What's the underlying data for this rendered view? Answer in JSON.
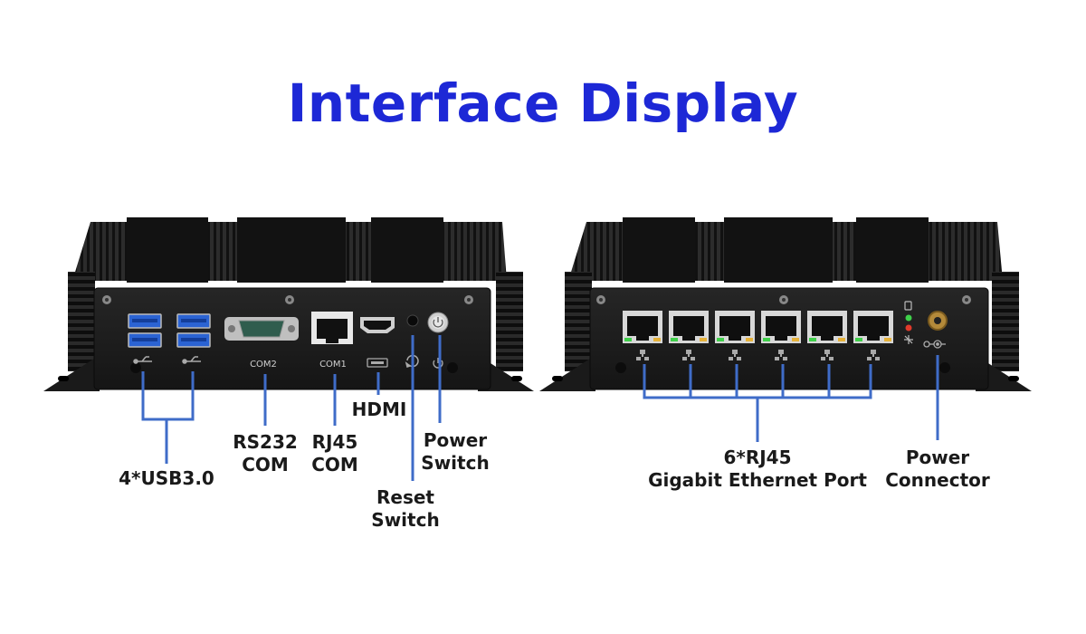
{
  "title": "Interface Display",
  "colors": {
    "title": "#1d28d6",
    "connector_line": "#3f6cc8",
    "chassis": "#1b1b1b",
    "usb_blue": "#2b63d3",
    "com_green": "#2f5d4e",
    "led_green": "#3fd04a",
    "led_red": "#e03a2b"
  },
  "left_device": {
    "port_labels": {
      "com2": "COM2",
      "com1": "COM1"
    },
    "icons": [
      "usb-icon",
      "hdmi-icon",
      "reset-icon",
      "power-icon"
    ],
    "callouts": {
      "usb": "4*USB3.0",
      "rs232_line1": "RS232",
      "rs232_line2": "COM",
      "rj45_line1": "RJ45",
      "rj45_line2": "COM",
      "hdmi": "HDMI",
      "reset_line1": "Reset",
      "reset_line2": "Switch",
      "power_line1": "Power",
      "power_line2": "Switch"
    }
  },
  "right_device": {
    "icons": [
      "network-icon",
      "power-connector-icon",
      "drive-icon",
      "led-icon"
    ],
    "callouts": {
      "ethernet_line1": "6*RJ45",
      "ethernet_line2": "Gigabit Ethernet Port",
      "power_line1": "Power",
      "power_line2": "Connector"
    }
  }
}
